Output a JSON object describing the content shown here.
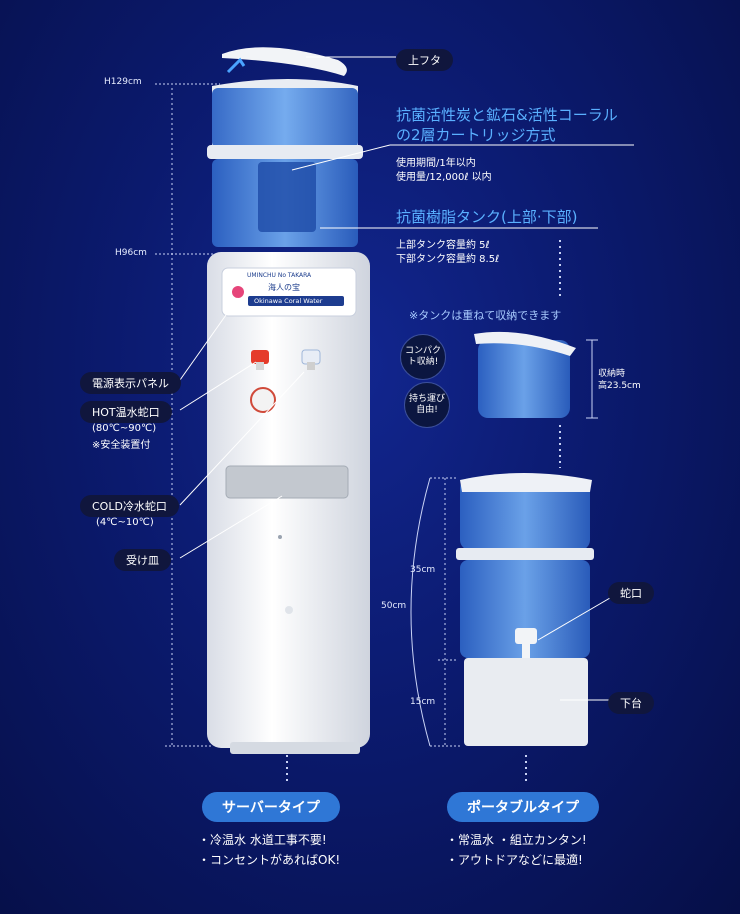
{
  "callouts": {
    "lid": "上フタ",
    "panel": "電源表示パネル",
    "hot_tap": "HOT温水蛇口",
    "hot_temp": "(80℃~90℃)",
    "hot_safety": "※安全装置付",
    "cold_tap": "COLD冷水蛇口",
    "cold_temp": "(4℃~10℃)",
    "tray": "受け皿",
    "portable_tap": "蛇口",
    "base": "下台"
  },
  "cartridge": {
    "title_line1": "抗菌活性炭と鉱石&活性コーラル",
    "title_line2": "の2層カートリッジ方式",
    "period": "使用期間/1年以内",
    "volume": "使用量/12,000ℓ 以内"
  },
  "tank": {
    "title": "抗菌樹脂タンク(上部·下部)",
    "upper": "上部タンク容量約 5ℓ",
    "lower": "下部タンク容量約 8.5ℓ"
  },
  "storage": {
    "note": "※タンクは重ねて収納できます",
    "badge_compact": "コンパクト収納!",
    "badge_carry": "持ち運び自由!",
    "stored_height_line1": "収納時",
    "stored_height_line2": "高23.5cm"
  },
  "dimensions": {
    "h129": "H129cm",
    "h96": "H96cm",
    "d35": "35cm",
    "d50": "50cm",
    "d15": "15cm"
  },
  "product_label": {
    "line1": "UMINCHU No TAKARA",
    "line2": "海人の宝",
    "line3": "Okinawa Coral Water"
  },
  "types": {
    "server": {
      "label": "サーバータイプ",
      "feat1": "・冷温水 水道工事不要!",
      "feat2": "・コンセントがあればOK!"
    },
    "portable": {
      "label": "ポータブルタイプ",
      "feat1": "・常温水 ・組立カンタン!",
      "feat2": "・アウトドアなどに最適!"
    }
  },
  "colors": {
    "background": "#0b1a6e",
    "accent_text": "#5ab0ff",
    "type_pill": "#2f77d6",
    "tank_blue": "#3f7fd6"
  }
}
